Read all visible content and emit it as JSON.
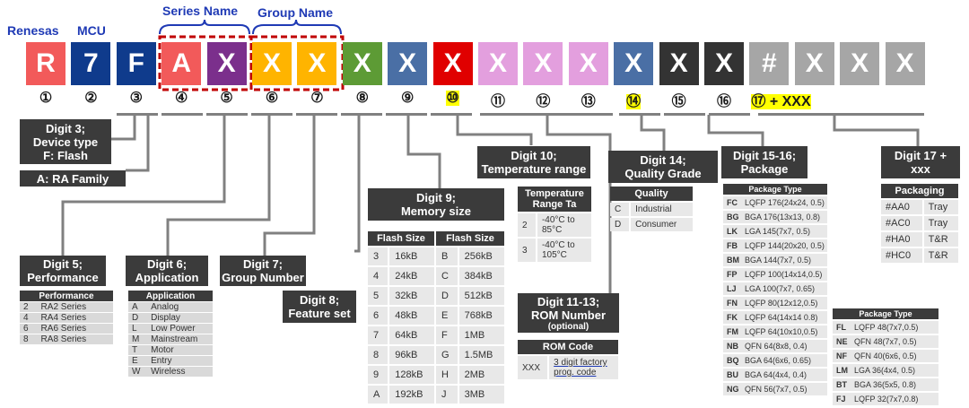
{
  "header": {
    "renesas": "Renesas",
    "mcu": "MCU",
    "series_name": "Series Name",
    "group_name": "Group Name"
  },
  "letters": [
    {
      "char": "R",
      "color": "#f25a5a"
    },
    {
      "char": "7",
      "color": "#0f3b8c"
    },
    {
      "char": "F",
      "color": "#0f3b8c"
    },
    {
      "char": "A",
      "color": "#f25a5a"
    },
    {
      "char": "X",
      "color": "#7b2f8c"
    },
    {
      "char": "X",
      "color": "#ffb400"
    },
    {
      "char": "X",
      "color": "#ffb400"
    },
    {
      "char": "X",
      "color": "#5d9b35"
    },
    {
      "char": "X",
      "color": "#4a6fa5"
    },
    {
      "char": "X",
      "color": "#e00000"
    },
    {
      "char": "X",
      "color": "#e39fde"
    },
    {
      "char": "X",
      "color": "#e39fde"
    },
    {
      "char": "X",
      "color": "#e39fde"
    },
    {
      "char": "X",
      "color": "#4a6fa5"
    },
    {
      "char": "X",
      "color": "#333333"
    },
    {
      "char": "X",
      "color": "#333333"
    },
    {
      "char": "#",
      "color": "#a6a6a6"
    },
    {
      "char": "X",
      "color": "#a6a6a6"
    },
    {
      "char": "X",
      "color": "#a6a6a6"
    },
    {
      "char": "X",
      "color": "#a6a6a6"
    }
  ],
  "digit_nums": [
    "①",
    "②",
    "③",
    "④",
    "⑤",
    "⑥",
    "⑦",
    "⑧",
    "⑨",
    "⑩",
    "⑪",
    "⑫",
    "⑬",
    "⑭",
    "⑮",
    "⑯",
    "⑰ + XXX"
  ],
  "boxes": {
    "d3": "Digit 3;\nDevice type\nF: Flash",
    "d3a": "A: RA Family",
    "d5": "Digit 5;\nPerformance",
    "d6": "Digit 6;\nApplication",
    "d7": "Digit 7;\nGroup Number",
    "d8": "Digit 8;\nFeature set",
    "d9": "Digit 9;\nMemory size",
    "d10": "Digit 10;\nTemperature range",
    "d11": "Digit 11-13;\nROM Number",
    "d11_opt": "(optional)",
    "d14": "Digit 14;\nQuality Grade",
    "d15": "Digit 15-16;\nPackage",
    "d17": "Digit 17 +\nxxx"
  },
  "performance": {
    "header": "Performance",
    "rows": [
      [
        "2",
        "RA2 Series"
      ],
      [
        "4",
        "RA4 Series"
      ],
      [
        "6",
        "RA6 Series"
      ],
      [
        "8",
        "RA8 Series"
      ]
    ]
  },
  "application": {
    "header": "Application",
    "rows": [
      [
        "A",
        "Analog"
      ],
      [
        "D",
        "Display"
      ],
      [
        "L",
        "Low Power"
      ],
      [
        "M",
        "Mainstream"
      ],
      [
        "T",
        "Motor"
      ],
      [
        "E",
        "Entry"
      ],
      [
        "W",
        "Wireless"
      ]
    ]
  },
  "memory": {
    "header1": "Flash Size",
    "header2": "Flash Size",
    "rows": [
      [
        "3",
        "16kB",
        "B",
        "256kB"
      ],
      [
        "4",
        "24kB",
        "C",
        "384kB"
      ],
      [
        "5",
        "32kB",
        "D",
        "512kB"
      ],
      [
        "6",
        "48kB",
        "E",
        "768kB"
      ],
      [
        "7",
        "64kB",
        "F",
        "1MB"
      ],
      [
        "8",
        "96kB",
        "G",
        "1.5MB"
      ],
      [
        "9",
        "128kB",
        "H",
        "2MB"
      ],
      [
        "A",
        "192kB",
        "J",
        "3MB"
      ]
    ]
  },
  "temperature": {
    "header": "Temperature\nRange Ta",
    "rows": [
      [
        "2",
        "-40°C to\n85°C"
      ],
      [
        "3",
        "-40°C to\n105°C"
      ]
    ]
  },
  "rom": {
    "header": "ROM Code",
    "rows": [
      [
        "XXX",
        "3 digit factory\nprog. code"
      ]
    ]
  },
  "quality": {
    "header": "Quality",
    "rows": [
      [
        "C",
        "Industrial"
      ],
      [
        "D",
        "Consumer"
      ]
    ]
  },
  "package1": {
    "header": "Package Type",
    "rows": [
      [
        "FC",
        "LQFP 176(24x24, 0.5)"
      ],
      [
        "BG",
        "BGA 176(13x13, 0.8)"
      ],
      [
        "LK",
        "LGA 145(7x7, 0.5)"
      ],
      [
        "FB",
        "LQFP 144(20x20, 0.5)"
      ],
      [
        "BM",
        "BGA 144(7x7, 0.5)"
      ],
      [
        "FP",
        "LQFP 100(14x14,0.5)"
      ],
      [
        "LJ",
        "LGA 100(7x7, 0.65)"
      ],
      [
        "FN",
        "LQFP 80(12x12,0.5)"
      ],
      [
        "FK",
        "LQFP 64(14x14 0.8)"
      ],
      [
        "FM",
        "LQFP 64(10x10,0.5)"
      ],
      [
        "NB",
        "QFN 64(8x8, 0.4)"
      ],
      [
        "BQ",
        "BGA 64(6x6, 0.65)"
      ],
      [
        "BU",
        "BGA 64(4x4, 0.4)"
      ],
      [
        "NG",
        "QFN 56(7x7, 0.5)"
      ]
    ]
  },
  "package2": {
    "header": "Package Type",
    "rows": [
      [
        "FL",
        "LQFP 48(7x7,0.5)"
      ],
      [
        "NE",
        "QFN 48(7x7, 0.5)"
      ],
      [
        "NF",
        "QFN 40(6x6, 0.5)"
      ],
      [
        "LM",
        "LGA 36(4x4, 0.5)"
      ],
      [
        "BT",
        "BGA 36(5x5, 0.8)"
      ],
      [
        "FJ",
        "LQFP 32(7x7,0.8)"
      ]
    ]
  },
  "packaging": {
    "header": "Packaging",
    "rows": [
      [
        "#AA0",
        "Tray"
      ],
      [
        "#AC0",
        "Tray"
      ],
      [
        "#HA0",
        "T&R"
      ],
      [
        "#HC0",
        "T&R"
      ]
    ]
  }
}
